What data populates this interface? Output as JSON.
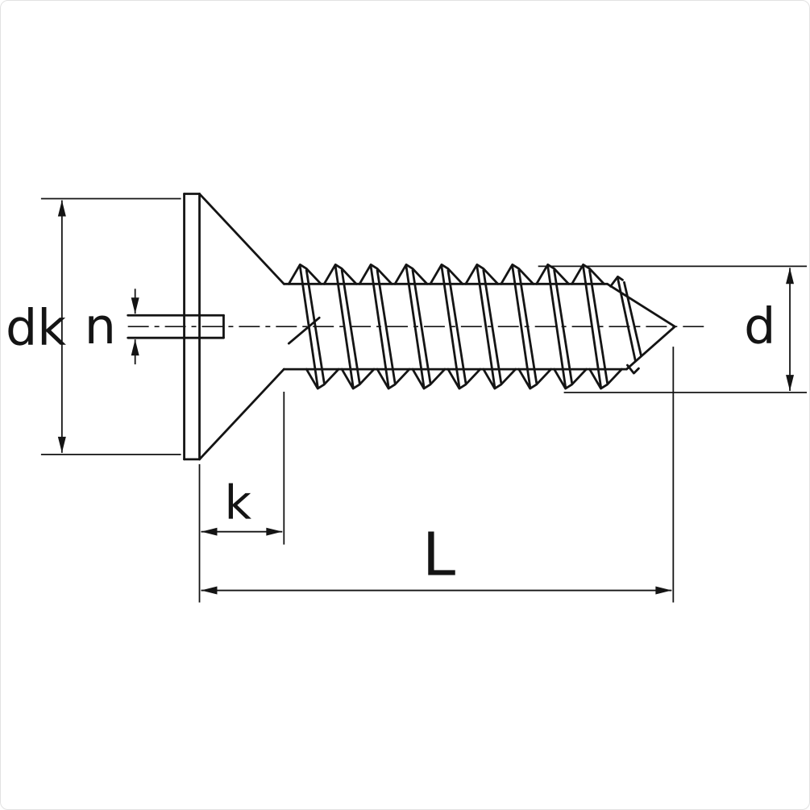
{
  "drawing": {
    "title": "countersunk-slotted-tapping-screw-dimension-drawing",
    "background_color": "#ffffff",
    "line_color": "#141414",
    "labels": {
      "head_diameter": "dk",
      "slot_width": "n",
      "head_height": "k",
      "total_length": "L",
      "thread_diameter": "d"
    }
  }
}
